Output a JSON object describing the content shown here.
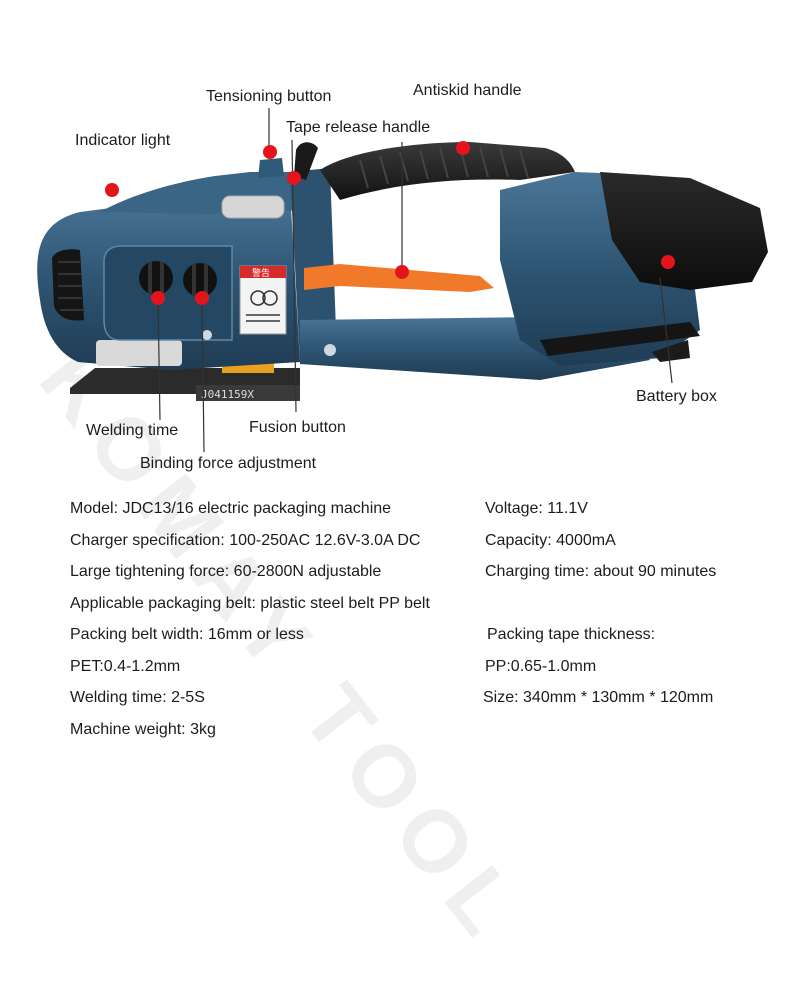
{
  "watermark": "KOMAY TOOL",
  "colors": {
    "marker": "#e5141c",
    "body": "#2e5573",
    "handle": "#222222",
    "release_lever": "#f07a2a"
  },
  "product": {
    "model_plate": "J041159X",
    "label_text": "警告"
  },
  "callouts": {
    "indicator_light": "Indicator light",
    "tensioning_button": "Tensioning button",
    "antiskid_handle": "Antiskid handle",
    "tape_release_handle": "Tape release handle",
    "battery_box": "Battery box",
    "welding_time": "Welding time",
    "fusion_button": "Fusion button",
    "binding_force": "Binding force adjustment"
  },
  "specs": {
    "model": "Model: JDC13/16 electric packaging machine",
    "voltage": "Voltage: 11.1V",
    "charger": "Charger specification: 100-250AC 12.6V-3.0A DC",
    "capacity": "Capacity: 4000mA",
    "tightening": "Large tightening force: 60-2800N adjustable",
    "charging_time": "Charging time: about 90 minutes",
    "belt": "Applicable packaging belt: plastic steel belt PP belt",
    "belt_width": "Packing belt width: 16mm or less",
    "tape_thickness": "Packing tape thickness:",
    "pet": "PET:0.4-1.2mm",
    "pp": "PP:0.65-1.0mm",
    "welding_time": "Welding time: 2-5S",
    "size": "Size: 340mm * 130mm * 120mm",
    "weight": "Machine weight: 3kg"
  }
}
